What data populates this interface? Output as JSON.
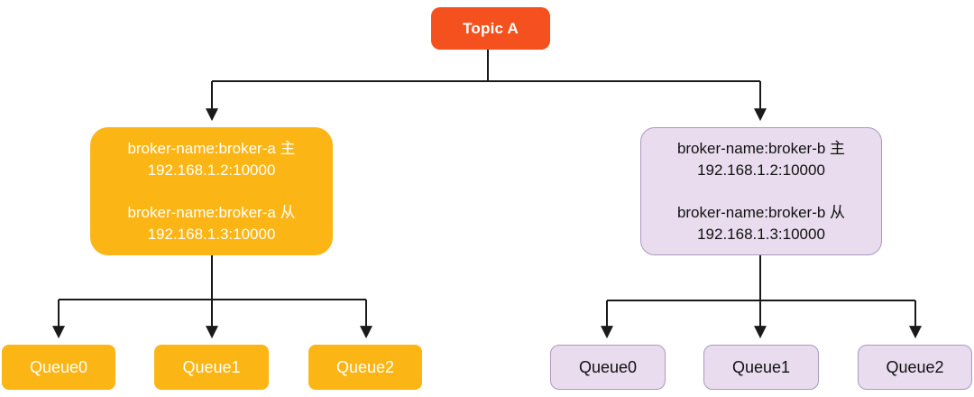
{
  "colors": {
    "topic_fill": "#F4511E",
    "topic_text": "#FFFFFF",
    "broker_a_fill": "#FBB515",
    "broker_a_text": "#FFFFFF",
    "broker_b_fill": "#E8DCEE",
    "broker_b_border": "#AB99BC",
    "broker_b_text": "#111111",
    "line": "#1A1A1A"
  },
  "topic": {
    "label": "Topic A"
  },
  "broker_a": {
    "master_name": "broker-name:broker-a 主",
    "master_addr": "192.168.1.2:10000",
    "slave_name": "broker-name:broker-a 从",
    "slave_addr": "192.168.1.3:10000",
    "queues": [
      "Queue0",
      "Queue1",
      "Queue2"
    ]
  },
  "broker_b": {
    "master_name": "broker-name:broker-b 主",
    "master_addr": "192.168.1.2:10000",
    "slave_name": "broker-name:broker-b 从",
    "slave_addr": "192.168.1.3:10000",
    "queues": [
      "Queue0",
      "Queue1",
      "Queue2"
    ]
  }
}
